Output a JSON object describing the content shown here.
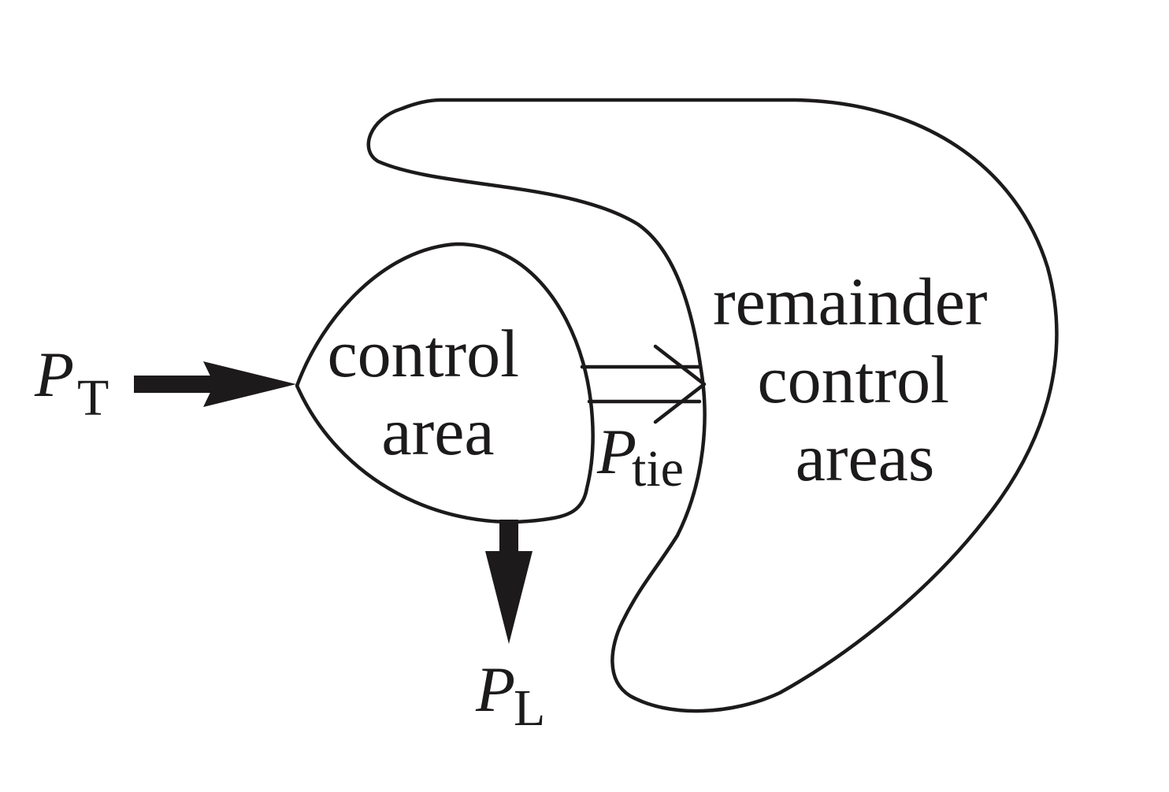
{
  "regions": {
    "control_area": {
      "line1": "control",
      "line2": "area"
    },
    "remainder": {
      "line1": "remainder",
      "line2": "control",
      "line3": "areas"
    }
  },
  "flows": {
    "turbine": {
      "symbol": "P",
      "subscript": "T"
    },
    "load": {
      "symbol": "P",
      "subscript": "L"
    },
    "tie": {
      "symbol": "P",
      "subscript": "tie"
    }
  }
}
